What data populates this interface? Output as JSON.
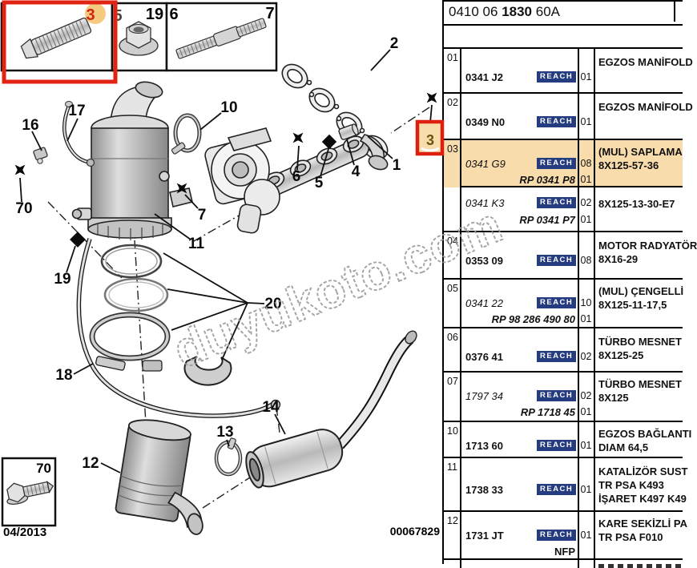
{
  "header": {
    "code_prefix": "0410 06",
    "code_bold": "1830",
    "code_suffix": "60A"
  },
  "watermark": "duyukoto.com",
  "footer": {
    "date": "04/2013",
    "doc_number": "00067829"
  },
  "insets": {
    "sel": "3",
    "label1": "5",
    "label2": "19",
    "label3a": "6",
    "label3b": "7"
  },
  "callouts": {
    "n1": "1",
    "n2": "2",
    "n3": "3",
    "n4": "4",
    "n5": "5",
    "n6": "6",
    "n7": "7",
    "n10": "10",
    "n11": "11",
    "n12": "12",
    "n13": "13",
    "n14": "14",
    "n16": "16",
    "n17": "17",
    "n18": "18",
    "n19": "19",
    "n20": "20",
    "n70": "70",
    "n70box": "70"
  },
  "table": {
    "badge": "REACH",
    "groups": [
      {
        "no": "01",
        "subs": [
          {
            "code": "0341 J2",
            "qty1": "01",
            "desc1": "EGZOS MANİFOLD"
          }
        ]
      },
      {
        "no": "02",
        "subs": [
          {
            "code": "0349 N0",
            "qty1": "01",
            "desc1": "EGZOS MANİFOLD"
          }
        ]
      },
      {
        "no": "03",
        "subs": [
          {
            "code": "0341 G9",
            "rp": "RP 0341 P8",
            "qty1": "08",
            "qty2": "01",
            "desc1": "(MUL) SAPLAMA",
            "desc2": "8X125-57-36"
          },
          {
            "code": "0341 K3",
            "rp": "RP 0341 P7",
            "qty1": "02",
            "qty2": "01",
            "desc1": "8X125-13-30-E7"
          }
        ]
      },
      {
        "no": "04",
        "subs": [
          {
            "code": "0353 09",
            "qty1": "08",
            "desc1": "MOTOR RADYATÖR",
            "desc2": "8X16-29"
          }
        ]
      },
      {
        "no": "05",
        "subs": [
          {
            "code": "0341 22",
            "rp": "RP 98 286 490 80",
            "qty1": "10",
            "qty2": "01",
            "desc1": "(MUL) ÇENGELLİ",
            "desc2": "8X125-11-17,5"
          }
        ]
      },
      {
        "no": "06",
        "subs": [
          {
            "code": "0376 41",
            "qty1": "02",
            "desc1": "TÜRBO MESNET",
            "desc2": "8X125-25"
          }
        ]
      },
      {
        "no": "07",
        "subs": [
          {
            "code": "1797 34",
            "rp": "RP 1718 45",
            "qty1": "02",
            "qty2": "01",
            "desc1": "TÜRBO MESNET",
            "desc2": "8X125"
          }
        ]
      },
      {
        "no": "10",
        "subs": [
          {
            "code": "1713 60",
            "qty1": "01",
            "desc1": "EGZOS BAĞLANTI",
            "desc2": "DIAM 64,5"
          }
        ]
      },
      {
        "no": "11",
        "subs": [
          {
            "code": "1738 33",
            "qty1": "01",
            "desc1": "KATALİZÖR SUST",
            "desc2": "TR PSA K493",
            "desc3": "İŞARET K497 K49"
          }
        ]
      },
      {
        "no": "12",
        "subs": [
          {
            "code": "1731 JT",
            "rp": "NFP",
            "qty1": "01",
            "desc1": "KARE SEKİZLİ PA",
            "desc2": "TR PSA F010"
          }
        ]
      }
    ]
  }
}
